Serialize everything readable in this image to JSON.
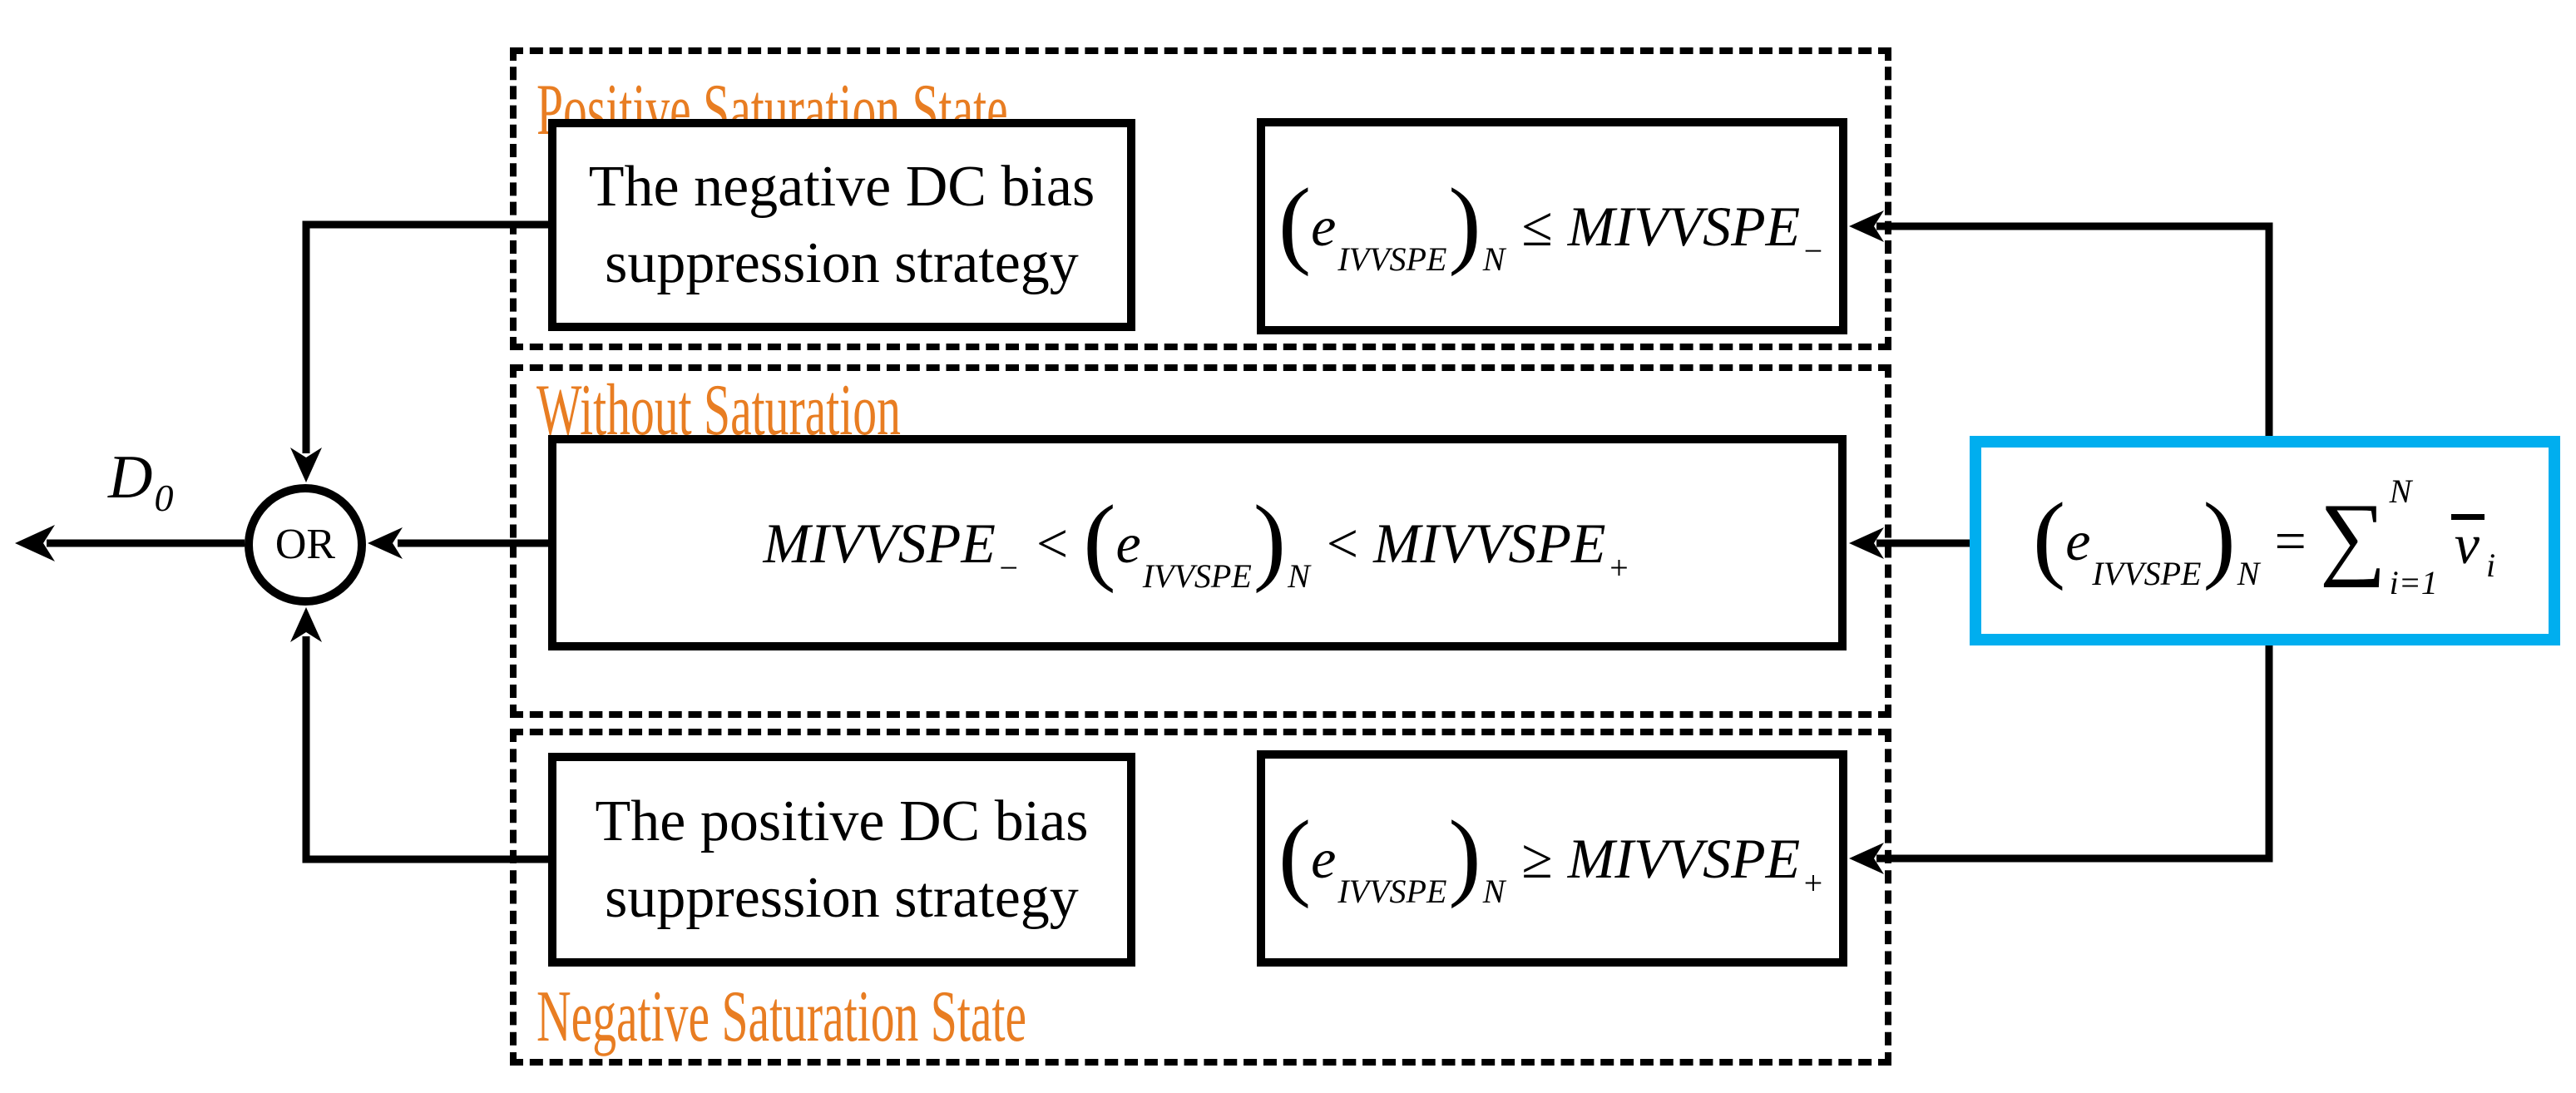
{
  "sections": [
    {
      "label": "Positive Saturation State"
    },
    {
      "label": "Without Saturation"
    },
    {
      "label": "Negative Saturation State"
    }
  ],
  "boxes": {
    "neg_strategy": {
      "line1": "The negative DC bias",
      "line2": "suppression strategy"
    },
    "pos_strategy": {
      "line1": "The positive DC bias",
      "line2": "suppression strategy"
    }
  },
  "formulas": {
    "e_term": {
      "open": "(",
      "base": "e",
      "sub": "IVVSPE",
      "close": ")",
      "outer_sub": "N"
    },
    "cond_positive_sat": {
      "relation": "≤",
      "rhs": "MIVVSPE",
      "rhs_sub": "−"
    },
    "cond_without_sat": {
      "lhs": "MIVVSPE",
      "lhs_sub": "−",
      "rel1": "<",
      "rel2": "<",
      "rhs": "MIVVSPE",
      "rhs_sub": "+"
    },
    "cond_negative_sat": {
      "relation": "≥",
      "rhs": "MIVVSPE",
      "rhs_sub": "+"
    },
    "sum_def": {
      "equals": "=",
      "sigma": "∑",
      "upper_limit": "N",
      "lower_limit": "i=1",
      "variable": "v",
      "variable_sub": "i"
    }
  },
  "or_gate": {
    "label": "OR"
  },
  "output": {
    "base": "D",
    "sub": "0"
  },
  "colors": {
    "accent_orange": "#E87D22",
    "accent_cyan": "#00AEEF",
    "line": "#000000"
  }
}
